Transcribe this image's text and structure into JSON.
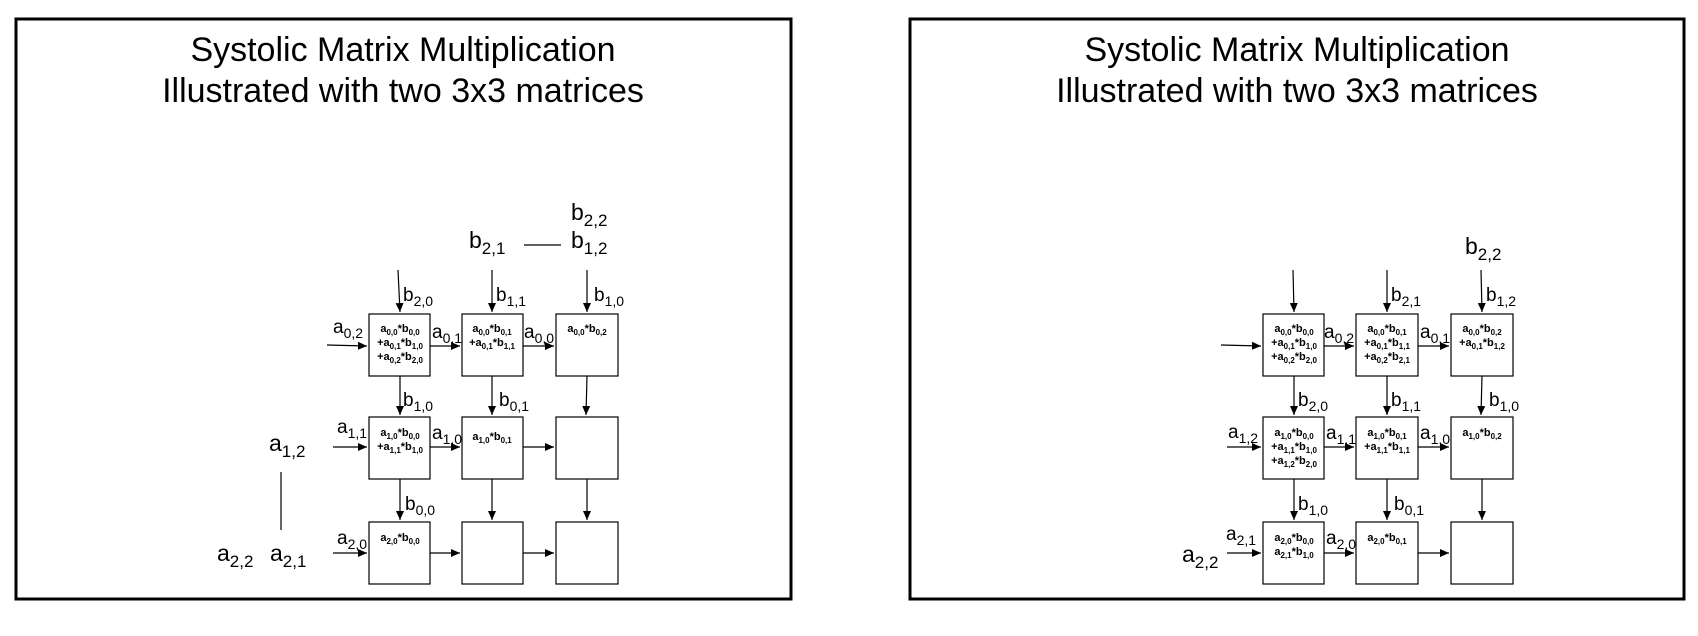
{
  "panels": [
    {
      "title_line1": "Systolic Matrix Multiplication",
      "title_line2": "Illustrated with two 3x3 matrices",
      "cells": [
        [
          [
            "a0,0*b0,0",
            "+a0,1*b1,0",
            "+a0,2*b2,0"
          ],
          [
            "a0,0*b0,1",
            "+a0,1*b1,1"
          ],
          [
            "a0,0*b0,2"
          ]
        ],
        [
          [
            "a1,0*b0,0",
            "+a1,1*b1,0"
          ],
          [
            "a1,0*b0,1"
          ],
          []
        ],
        [
          [
            "a2,0*b0,0"
          ],
          [],
          []
        ]
      ],
      "labels": [
        "b2,2",
        "b2,1",
        "b1,2",
        "b2,0",
        "b1,1",
        "b1,0",
        "a0,2",
        "a0,1",
        "a0,0",
        "b1,0",
        "b0,1",
        "a1,2",
        "a1,1",
        "a1,0",
        "b0,0",
        "a2,2",
        "a2,1",
        "a2,0"
      ]
    },
    {
      "title_line1": "Systolic Matrix Multiplication",
      "title_line2": "Illustrated with two 3x3 matrices",
      "cells": [
        [
          [
            "a0,0*b0,0",
            "+a0,1*b1,0",
            "+a0,2*b2,0"
          ],
          [
            "a0,0*b0,1",
            "+a0,1*b1,1",
            "+a0,2*b2,1"
          ],
          [
            "a0,0*b0,2",
            "+a0,1*b1,2"
          ]
        ],
        [
          [
            "a1,0*b0,0",
            "+a1,1*b1,0",
            "+a1,2*b2,0"
          ],
          [
            "a1,0*b0,1",
            "+a1,1*b1,1"
          ],
          [
            "a1,0*b0,2"
          ]
        ],
        [
          [
            "a2,0*b0,0",
            "a2,1*b1,0"
          ],
          [
            "a2,0*b0,1"
          ],
          []
        ]
      ],
      "labels": [
        "b2,2",
        "b2,1",
        "b1,2",
        "a0,2",
        "a0,1",
        "b2,0",
        "b1,1",
        "b1,0",
        "a1,2",
        "a1,1",
        "a1,0",
        "b1,0",
        "b0,1",
        "a2,1",
        "a2,0",
        "a2,2"
      ]
    }
  ]
}
